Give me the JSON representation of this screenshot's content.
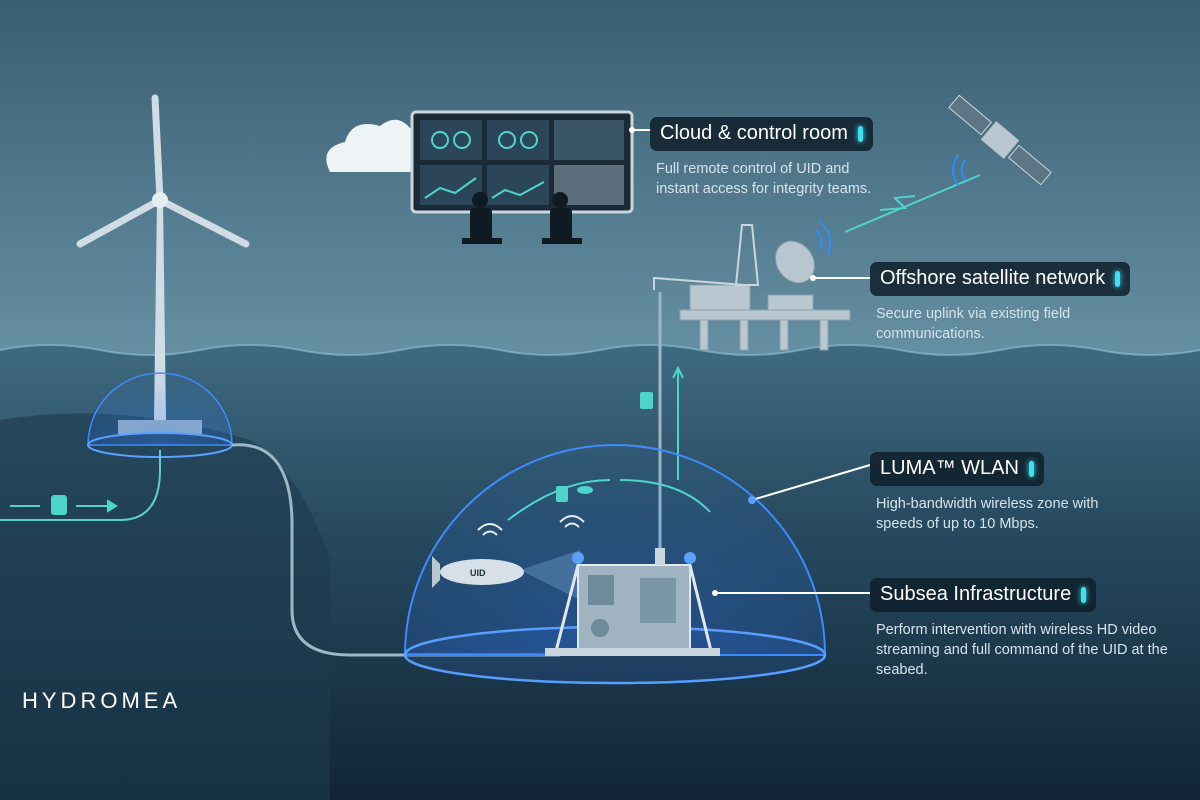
{
  "brand": "HYDROMEA",
  "uid_label": "UID",
  "callouts": [
    {
      "title": "Cloud & control room",
      "description": "Full remote control of UID and instant access for integrity teams."
    },
    {
      "title": "Offshore satellite network",
      "description": "Secure uplink via existing field communications."
    },
    {
      "title": "LUMA™ WLAN",
      "description": "High-bandwidth wireless zone with speeds of up to 10 Mbps."
    },
    {
      "title": "Subsea Infrastructure",
      "description": "Perform intervention with wireless HD video streaming and full command of the UID at the seabed."
    }
  ],
  "colors": {
    "accent": "#3fe0f0",
    "glow": "#2f7bff",
    "sky": "#4f7589",
    "deep": "#12283a"
  }
}
